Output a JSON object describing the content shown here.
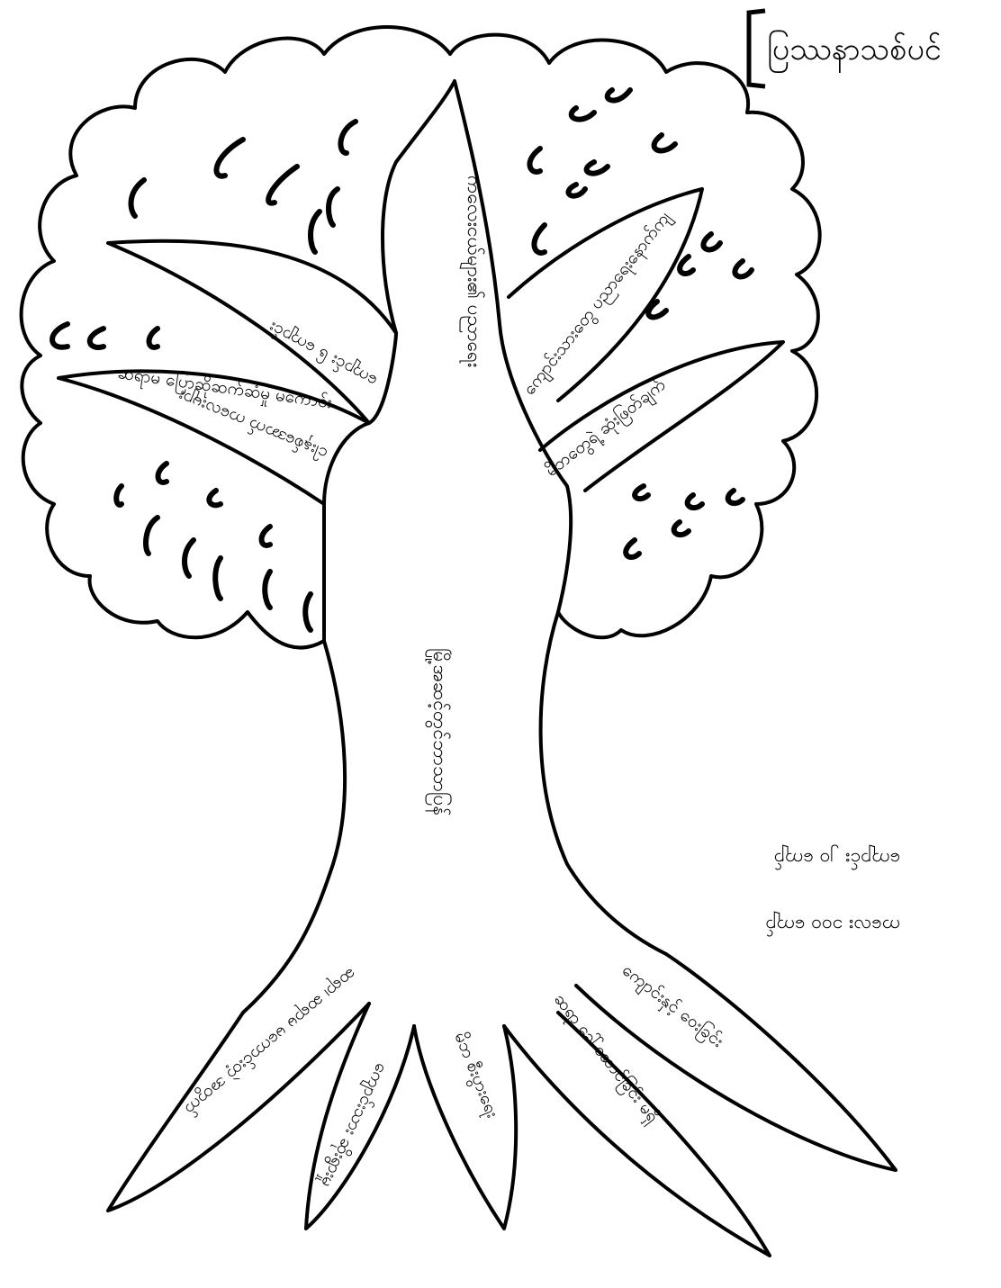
{
  "title": "ပြဿနာသစ်ပင်",
  "trunk_label": "မြို့အဆင့်တွင်ဘာသာပြန်",
  "core_problem_label": "ကလေးငယ်များ၏ ပညာရေး",
  "branches": [
    {
      "id": "branch-left-upper",
      "label": "ကျောင်း ၆ ကျောင်း"
    },
    {
      "id": "branch-left-lower",
      "label": "ငါးနှစ်အောက် ကလေးများ"
    },
    {
      "id": "branch-center",
      "label": "ဆရာမ ပြောဆိုဆက်ဆံမှု မကောင်း"
    },
    {
      "id": "branch-right-upper",
      "label": "ကျောင်းသားတွေ ပညာရေးနောက်ကျ"
    },
    {
      "id": "branch-right-lower",
      "label": "မိဘတွေရဲ့ ဆုံးဖြတ်ချက်"
    }
  ],
  "roots": [
    {
      "id": "root-1",
      "label": "ဆရာ၊ ဆရာမ မကောင်းတဲ့ အတွက်"
    },
    {
      "id": "root-2",
      "label": "ကျောင်းသား ဆိုးရွားမှု"
    },
    {
      "id": "root-3",
      "label": "မိဘ စီးပွားရေး"
    },
    {
      "id": "root-4",
      "label": "ဆရာ ခေါ်ဆောင်ခြင်း မရှိ"
    },
    {
      "id": "root-5",
      "label": "ကျောင်းနှင့် ဝေးခြင်း"
    }
  ],
  "side_notes": [
    {
      "id": "note-line-1",
      "label": "ကျောင်း ၂၀ ကျော်"
    },
    {
      "id": "note-line-2",
      "label": "ကလေး ၁၀၀ ကျော်"
    }
  ]
}
